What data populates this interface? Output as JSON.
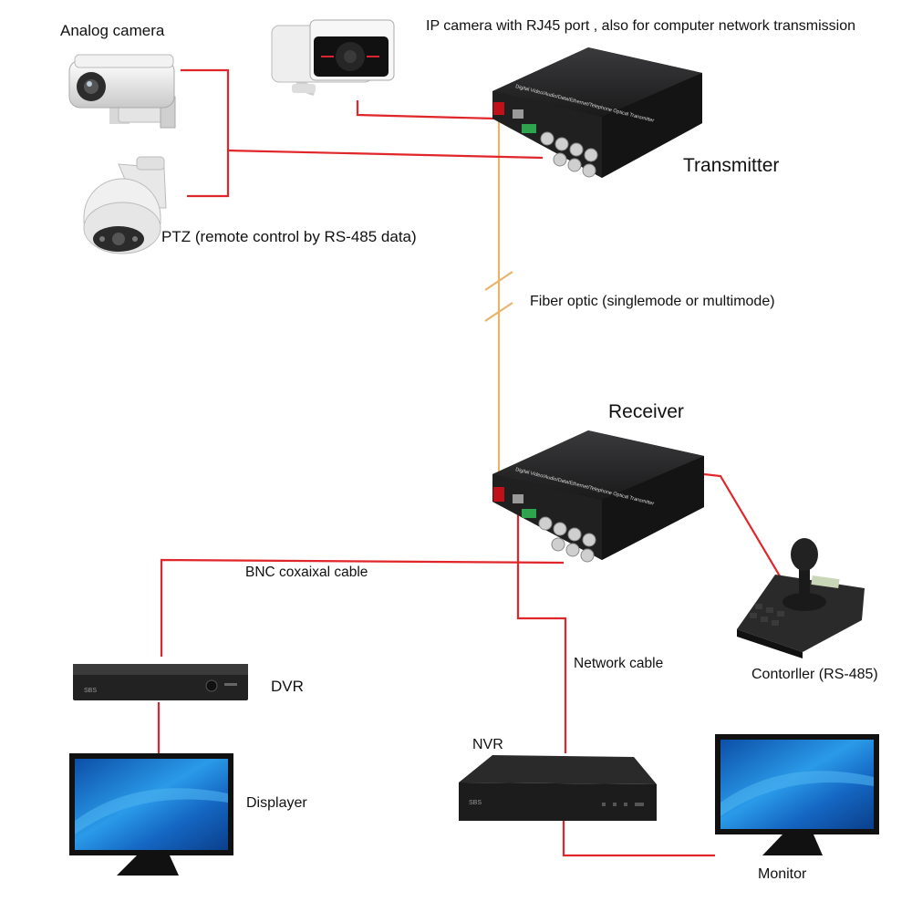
{
  "labels": {
    "analog_camera": "Analog camera",
    "ip_camera": "IP camera with RJ45 port , also for computer network transmission",
    "transmitter": "Transmitter",
    "ptz": "PTZ (remote control by RS-485 data)",
    "fiber_optic": "Fiber optic (singlemode or multimode)",
    "receiver": "Receiver",
    "bnc_cable": "BNC coxaixal cable",
    "network_cable": "Network cable",
    "dvr": "DVR",
    "controller": "Contorller (RS-485)",
    "nvr": "NVR",
    "displayer": "Displayer",
    "monitor": "Monitor"
  },
  "device_text": {
    "transmitter_panel": "Digital Video/Audio/Data/Ethernet/Telephone Optical Transmitter",
    "receiver_panel": "Digital Video/Audio/Data/Ethernet/Telephone Optical Transmitter",
    "dvr_brand": "SBS",
    "nvr_brand": "SBS"
  },
  "colors": {
    "cable_red": "#e0262a",
    "fiber": "#e8b36a",
    "device_body": "#1c1c1e",
    "screen_blue": "#1e7fd6"
  }
}
